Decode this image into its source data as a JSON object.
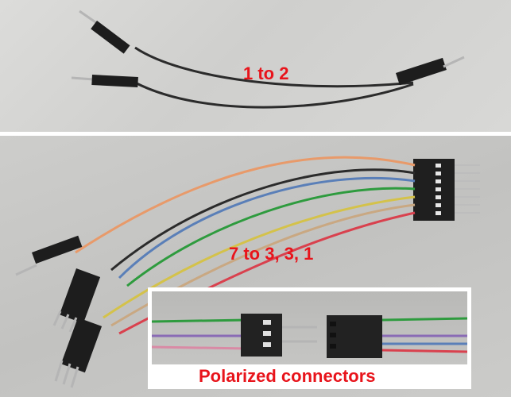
{
  "labels": {
    "top": "1 to 2",
    "middle": "7 to 3, 3, 1",
    "bottom": "Polarized connectors"
  },
  "colors": {
    "label": "#e8141b",
    "wire_black": "#2b2b2b",
    "wire_green": "#2e9b3e",
    "wire_purple": "#8a6bb5",
    "wire_red": "#d9414e",
    "wire_orange": "#e89a6a",
    "wire_yellow": "#d4c24a",
    "wire_pink": "#d98aa5",
    "wire_blue": "#5a7fb8",
    "wire_tan": "#c9a882"
  }
}
